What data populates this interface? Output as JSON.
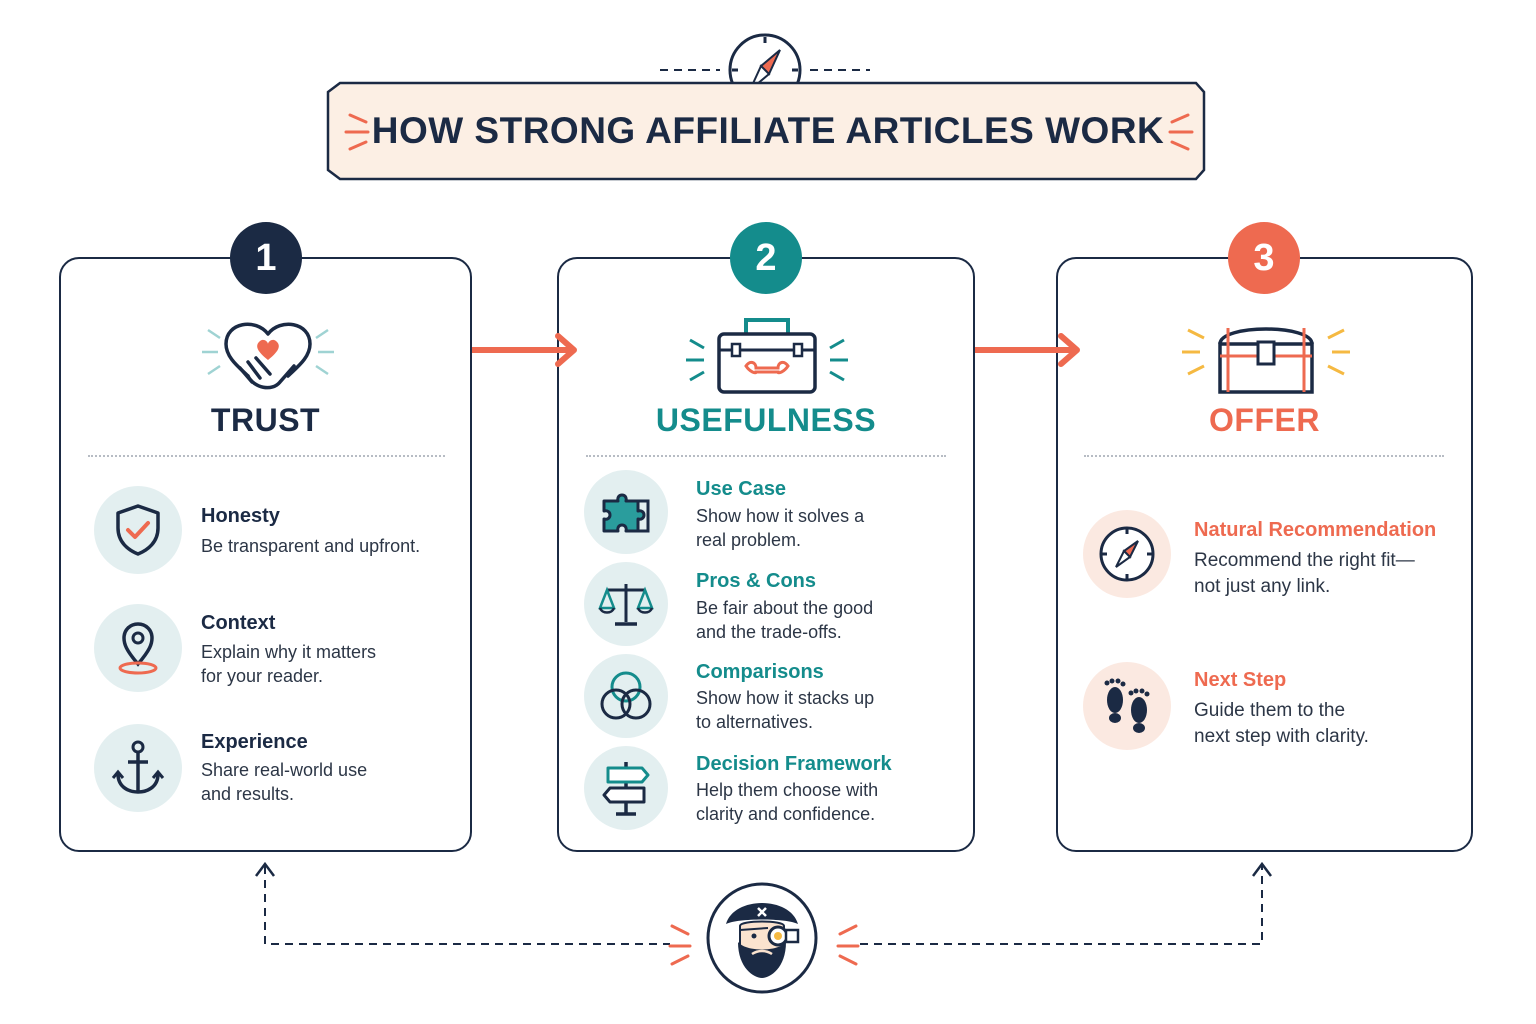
{
  "title": "HOW STRONG AFFILIATE ARTICLES WORK",
  "colors": {
    "navy": "#1b2a44",
    "teal": "#148c8c",
    "coral": "#ee6a50",
    "banner": "#fcefe4"
  },
  "columns": [
    {
      "number": "1",
      "title": "TRUST",
      "icon": "heart-handshake-icon",
      "items": [
        {
          "title": "Honesty",
          "desc": "Be transparent and upfront.",
          "icon": "shield-check-icon"
        },
        {
          "title": "Context",
          "desc": "Explain why it matters\nfor your reader.",
          "icon": "map-pin-icon"
        },
        {
          "title": "Experience",
          "desc": "Share real-world use\nand results.",
          "icon": "anchor-icon"
        }
      ]
    },
    {
      "number": "2",
      "title": "USEFULNESS",
      "icon": "toolbox-icon",
      "items": [
        {
          "title": "Use Case",
          "desc": "Show how it solves a\nreal problem.",
          "icon": "puzzle-icon"
        },
        {
          "title": "Pros & Cons",
          "desc": "Be fair about the good\nand the trade-offs.",
          "icon": "scales-icon"
        },
        {
          "title": "Comparisons",
          "desc": "Show how it stacks up\nto alternatives.",
          "icon": "venn-icon"
        },
        {
          "title": "Decision Framework",
          "desc": "Help them choose with\nclarity and confidence.",
          "icon": "signpost-icon"
        }
      ]
    },
    {
      "number": "3",
      "title": "OFFER",
      "icon": "treasure-chest-icon",
      "items": [
        {
          "title": "Natural Recommendation",
          "desc": "Recommend the right fit—\nnot just any link.",
          "icon": "compass-icon"
        },
        {
          "title": "Next Step",
          "desc": "Guide them to the\nnext step with clarity.",
          "icon": "footprints-icon"
        }
      ]
    }
  ]
}
